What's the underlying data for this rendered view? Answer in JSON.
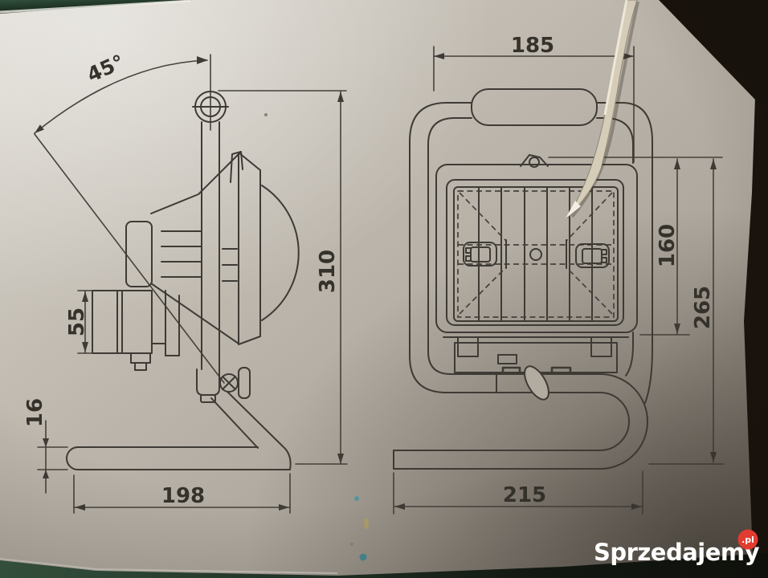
{
  "side": {
    "angle": "45°",
    "overall_height": "310",
    "bracket_depth": "55",
    "base_thickness": "16",
    "base_length": "198"
  },
  "front": {
    "width": "185",
    "lamp_height": "160",
    "overall_height": "265",
    "base_width": "215"
  },
  "watermark": {
    "brand": "Sprzedajemy",
    "badge": ".pl"
  },
  "colors": {
    "paper": "#bdb7ad",
    "ink": "#3e3a35",
    "table_green": "#2f4c3a",
    "dark_edge": "#17110b",
    "watermark_red": "#e23b30",
    "watermark_text": "#ffffff",
    "string": "#d6cdb9",
    "pen_mark_teal": "#3f8f9a"
  }
}
